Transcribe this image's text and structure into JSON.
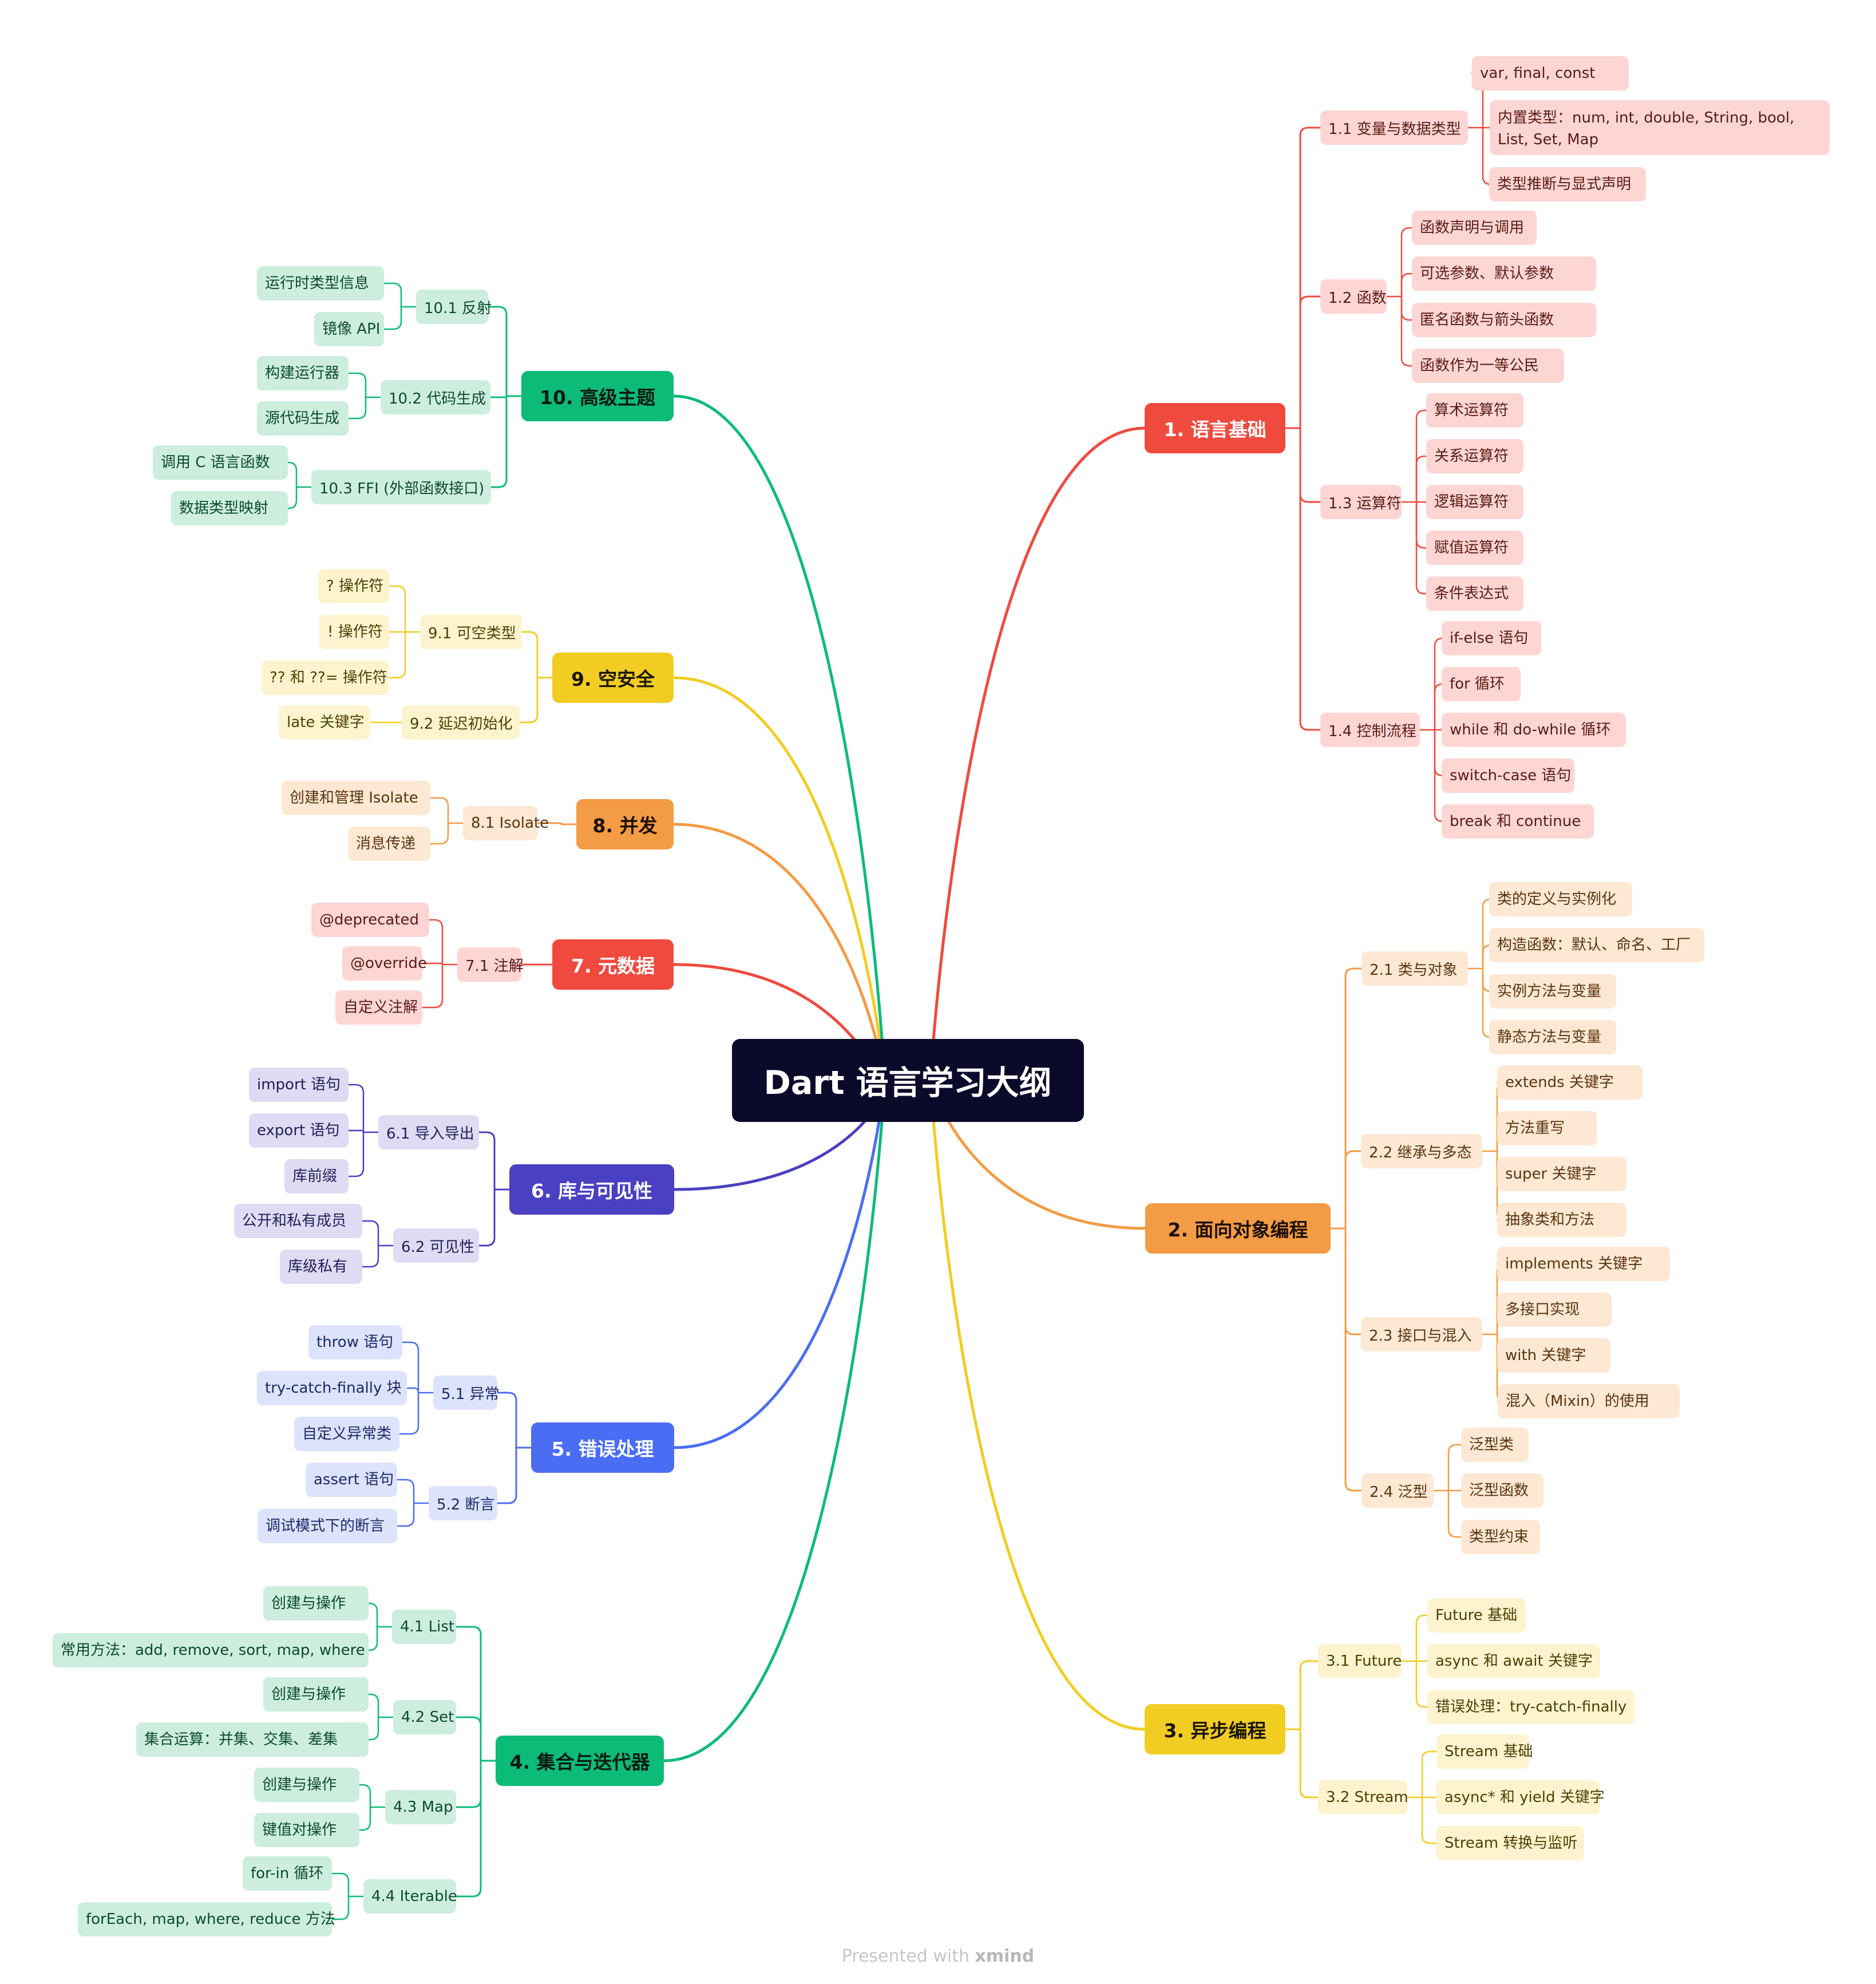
{
  "root": {
    "label": "Dart 语言学习大纲"
  },
  "watermark": {
    "prefix": "Presented with",
    "brand": "xmind"
  },
  "colors": {
    "root_bg": "#0c0a2a",
    "red": "#f04a3f",
    "orange": "#f49b45",
    "yellow": "#f1cd23",
    "green": "#0dbb78",
    "blue": "#4a6df3",
    "indigo": "#4b3fc2"
  },
  "branches": [
    {
      "label": "1. 语言基础",
      "color": "#f04a3f",
      "bg": "#f04a3f",
      "fg": "#ffffff",
      "light": "#fdd6d4",
      "text": "#5a1a16",
      "children": [
        {
          "label": "1.1 变量与数据类型",
          "children": [
            "var, final, const",
            "内置类型：num, int, double, String, bool, List, Set, Map",
            "类型推断与显式声明"
          ]
        },
        {
          "label": "1.2 函数",
          "children": [
            "函数声明与调用",
            "可选参数、默认参数",
            "匿名函数与箭头函数",
            "函数作为一等公民"
          ]
        },
        {
          "label": "1.3 运算符",
          "children": [
            "算术运算符",
            "关系运算符",
            "逻辑运算符",
            "赋值运算符",
            "条件表达式"
          ]
        },
        {
          "label": "1.4 控制流程",
          "children": [
            "if-else 语句",
            "for 循环",
            "while 和 do-while 循环",
            "switch-case 语句",
            "break 和 continue"
          ]
        }
      ]
    },
    {
      "label": "2. 面向对象编程",
      "color": "#f49b45",
      "bg": "#f49b45",
      "fg": "#1a0f05",
      "light": "#fde8d3",
      "text": "#5a3410",
      "children": [
        {
          "label": "2.1 类与对象",
          "children": [
            "类的定义与实例化",
            "构造函数：默认、命名、工厂",
            "实例方法与变量",
            "静态方法与变量"
          ]
        },
        {
          "label": "2.2 继承与多态",
          "children": [
            "extends 关键字",
            "方法重写",
            "super 关键字",
            "抽象类和方法"
          ]
        },
        {
          "label": "2.3 接口与混入",
          "children": [
            "implements 关键字",
            "多接口实现",
            "with 关键字",
            "混入（Mixin）的使用"
          ]
        },
        {
          "label": "2.4 泛型",
          "children": [
            "泛型类",
            "泛型函数",
            "类型约束"
          ]
        }
      ]
    },
    {
      "label": "3. 异步编程",
      "color": "#f1cd23",
      "bg": "#f1cd23",
      "fg": "#1a1505",
      "light": "#fdf4cf",
      "text": "#4d3f05",
      "children": [
        {
          "label": "3.1 Future",
          "children": [
            "Future 基础",
            "async 和 await 关键字",
            "错误处理：try-catch-finally"
          ]
        },
        {
          "label": "3.2 Stream",
          "children": [
            "Stream 基础",
            "async* 和 yield 关键字",
            "Stream 转换与监听"
          ]
        }
      ]
    },
    {
      "label": "4. 集合与迭代器",
      "color": "#0dbb78",
      "bg": "#0dbb78",
      "fg": "#0a1a12",
      "light": "#cdeede",
      "text": "#0d4a30",
      "children": [
        {
          "label": "4.1 List",
          "children": [
            "创建与操作",
            "常用方法：add, remove, sort, map, where"
          ]
        },
        {
          "label": "4.2 Set",
          "children": [
            "创建与操作",
            "集合运算：并集、交集、差集"
          ]
        },
        {
          "label": "4.3 Map",
          "children": [
            "创建与操作",
            "键值对操作"
          ]
        },
        {
          "label": "4.4 Iterable",
          "children": [
            "for-in 循环",
            "forEach, map, where, reduce 方法"
          ]
        }
      ]
    },
    {
      "label": "5. 错误处理",
      "color": "#4a6df3",
      "bg": "#4a6df3",
      "fg": "#ffffff",
      "light": "#dde3fd",
      "text": "#1a2a6a",
      "children": [
        {
          "label": "5.1 异常",
          "children": [
            "throw 语句",
            "try-catch-finally 块",
            "自定义异常类"
          ]
        },
        {
          "label": "5.2 断言",
          "children": [
            "assert 语句",
            "调试模式下的断言"
          ]
        }
      ]
    },
    {
      "label": "6. 库与可见性",
      "color": "#4b3fc2",
      "bg": "#4b3fc2",
      "fg": "#ffffff",
      "light": "#dedcf3",
      "text": "#231d5a",
      "children": [
        {
          "label": "6.1 导入导出",
          "children": [
            "import 语句",
            "export 语句",
            "库前缀"
          ]
        },
        {
          "label": "6.2 可见性",
          "children": [
            "公开和私有成员",
            "库级私有"
          ]
        }
      ]
    },
    {
      "label": "7. 元数据",
      "color": "#f04a3f",
      "bg": "#f04a3f",
      "fg": "#ffffff",
      "light": "#fdd6d4",
      "text": "#5a1a16",
      "children": [
        {
          "label": "7.1 注解",
          "children": [
            "@deprecated",
            "@override",
            "自定义注解"
          ]
        }
      ]
    },
    {
      "label": "8. 并发",
      "color": "#f49b45",
      "bg": "#f49b45",
      "fg": "#1a0f05",
      "light": "#fde8d3",
      "text": "#5a3410",
      "children": [
        {
          "label": "8.1 Isolate",
          "children": [
            "创建和管理 Isolate",
            "消息传递"
          ]
        }
      ]
    },
    {
      "label": "9. 空安全",
      "color": "#f1cd23",
      "bg": "#f1cd23",
      "fg": "#1a1505",
      "light": "#fdf4cf",
      "text": "#4d3f05",
      "children": [
        {
          "label": "9.1 可空类型",
          "children": [
            "? 操作符",
            "! 操作符",
            "?? 和 ??= 操作符"
          ]
        },
        {
          "label": "9.2 延迟初始化",
          "children": [
            "late 关键字"
          ]
        }
      ]
    },
    {
      "label": "10. 高级主题",
      "color": "#0dbb78",
      "bg": "#0dbb78",
      "fg": "#0a1a12",
      "light": "#cdeede",
      "text": "#0d4a30",
      "children": [
        {
          "label": "10.1 反射",
          "children": [
            "运行时类型信息",
            "镜像 API"
          ]
        },
        {
          "label": "10.2 代码生成",
          "children": [
            "构建运行器",
            "源代码生成"
          ]
        },
        {
          "label": "10.3 FFI (外部函数接口)",
          "children": [
            "调用 C 语言函数",
            "数据类型映射"
          ]
        }
      ]
    }
  ]
}
